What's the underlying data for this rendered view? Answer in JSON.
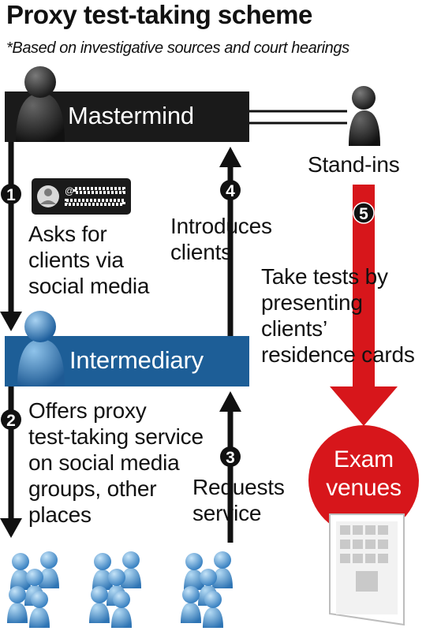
{
  "title": "Proxy test-taking scheme",
  "subtitle": "*Based on investigative sources and court hearings",
  "nodes": {
    "mastermind": "Mastermind",
    "intermediary": "Intermediary",
    "stand_ins": "Stand-ins",
    "exam_venues_line1": "Exam",
    "exam_venues_line2": "venues"
  },
  "steps": [
    {
      "number": "1",
      "lines": [
        "Asks for",
        "clients via",
        "social media"
      ]
    },
    {
      "number": "2",
      "lines": [
        "Offers proxy",
        "test-taking service",
        "on social media",
        "groups, other",
        "places"
      ]
    },
    {
      "number": "3",
      "lines": [
        "Requests",
        "service"
      ]
    },
    {
      "number": "4",
      "lines": [
        "Introduces",
        "clients"
      ]
    },
    {
      "number": "5",
      "lines": [
        "Take tests by",
        "presenting",
        "clients’",
        "residence cards"
      ]
    }
  ],
  "social_card_handle": "@",
  "colors": {
    "box_dark": "#1a1a1a",
    "box_blue": "#1d5e97",
    "arrow_red": "#d7161b",
    "figure_blue": "#3b86c6"
  },
  "icons": [
    "person-icon",
    "social-media-card-icon",
    "building-icon",
    "client-group-icon"
  ]
}
